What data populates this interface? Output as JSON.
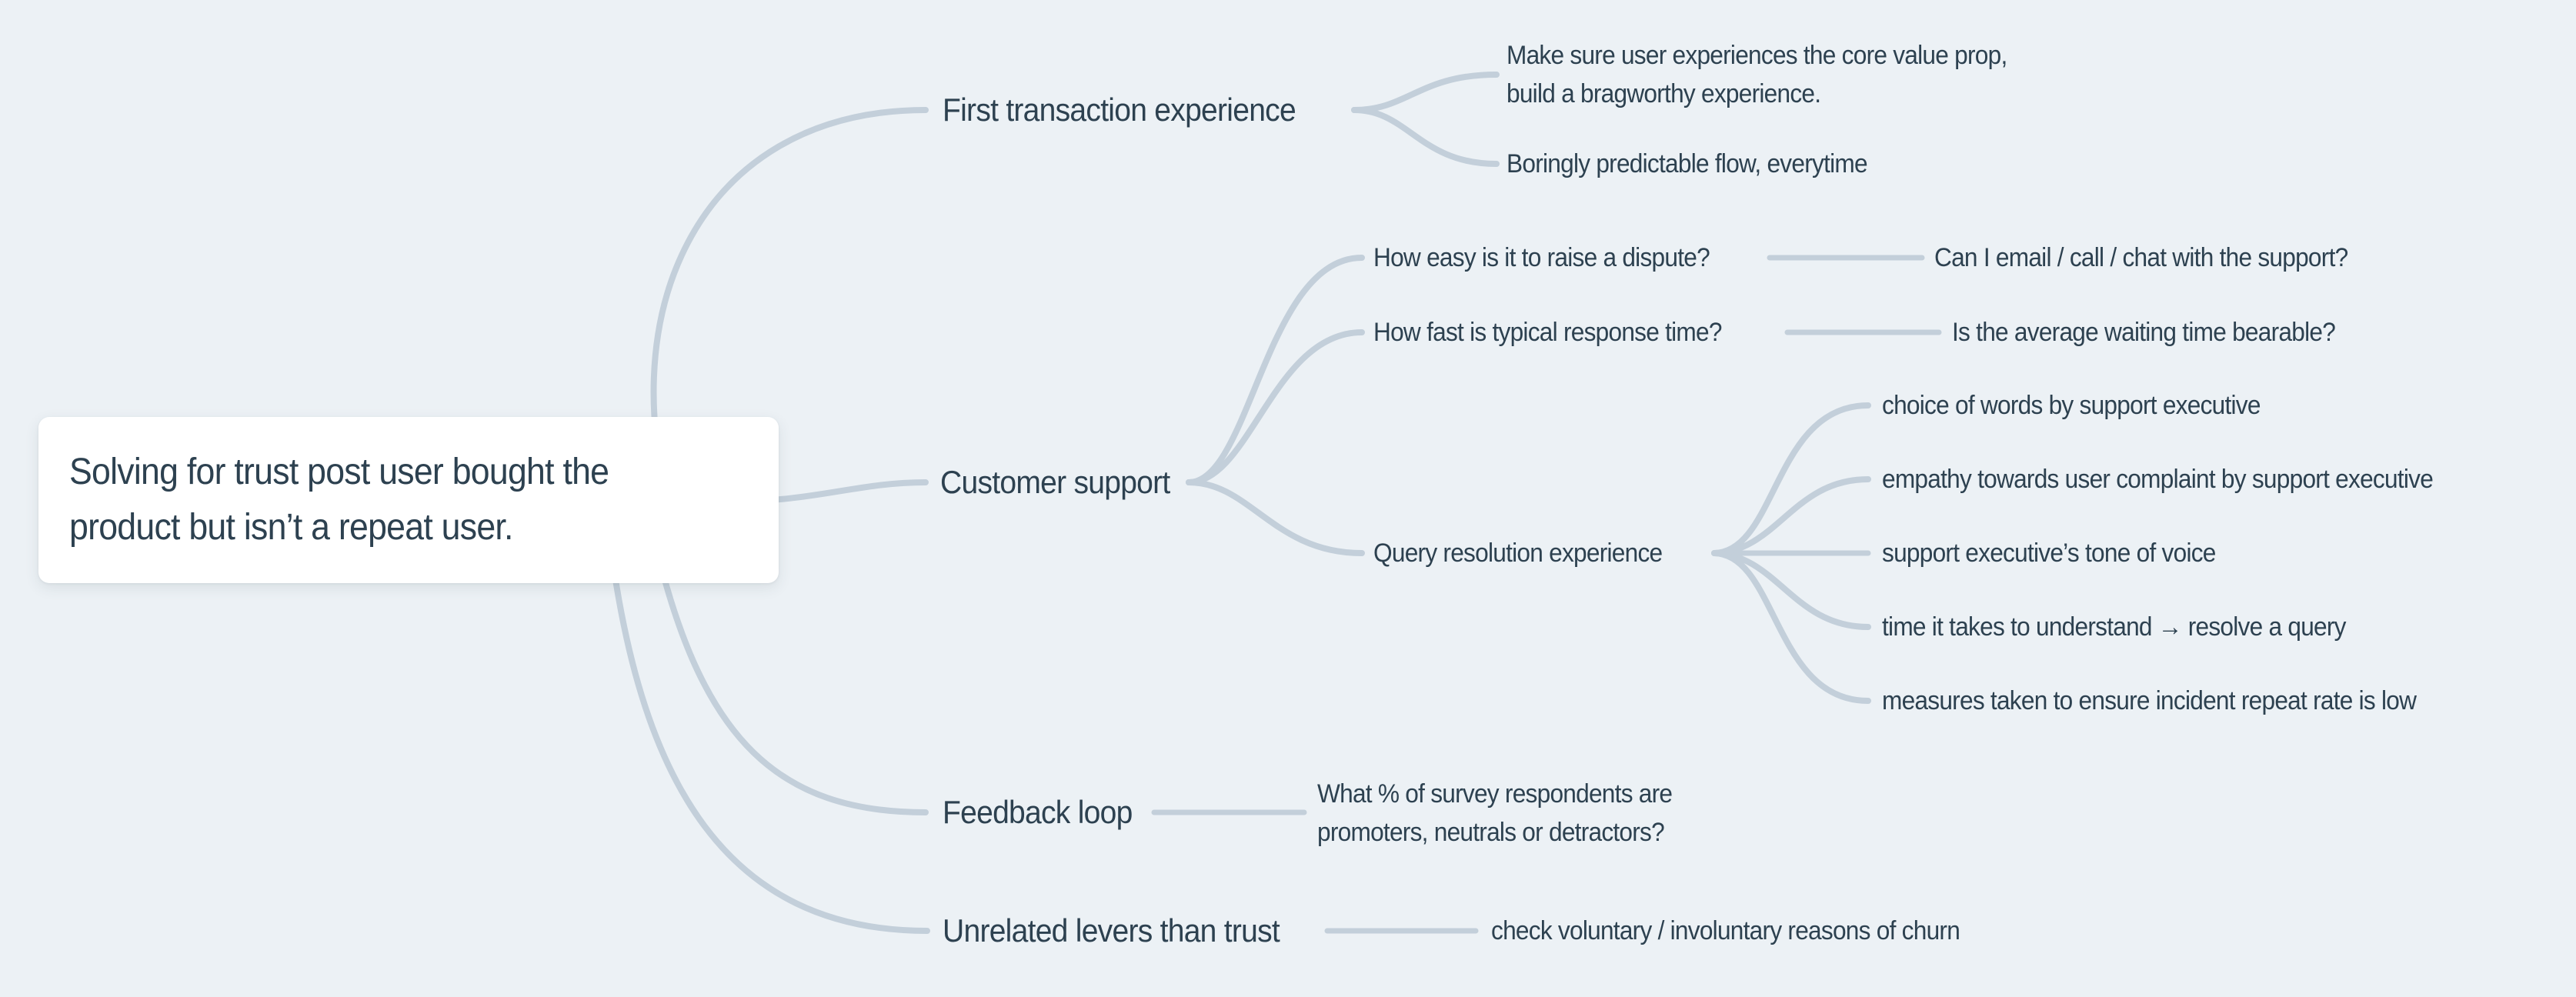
{
  "canvas": {
    "bg": "#ecf1f5",
    "line": "#c3cfda",
    "text": "#2d4150",
    "card_bg": "#ffffff"
  },
  "root": {
    "label": "Solving for trust post user bought the product but isn’t a repeat user."
  },
  "branches": [
    {
      "label": "First transaction experience",
      "children": [
        {
          "label": "Make sure user experiences the core value prop, build a bragworthy experience."
        },
        {
          "label": "Boringly predictable flow, everytime"
        }
      ]
    },
    {
      "label": "Customer support",
      "children": [
        {
          "label": "How easy is it to raise a dispute?",
          "children": [
            {
              "label": "Can I email / call / chat with the support?"
            }
          ]
        },
        {
          "label": "How fast is typical response time?",
          "children": [
            {
              "label": "Is the average waiting time bearable?"
            }
          ]
        },
        {
          "label": "Query resolution experience",
          "children": [
            {
              "label": "choice of words by support executive"
            },
            {
              "label": "empathy towards user complaint by support executive"
            },
            {
              "label": "support executive’s tone of voice"
            },
            {
              "label": "time it takes to understand → resolve a query"
            },
            {
              "label": "measures taken to ensure incident repeat rate is low"
            }
          ]
        }
      ]
    },
    {
      "label": "Feedback loop",
      "children": [
        {
          "label": "What % of survey respondents are promoters, neutrals or detractors?"
        }
      ]
    },
    {
      "label": "Unrelated levers than trust",
      "children": [
        {
          "label": "check voluntary / involuntary reasons of churn"
        }
      ]
    }
  ]
}
